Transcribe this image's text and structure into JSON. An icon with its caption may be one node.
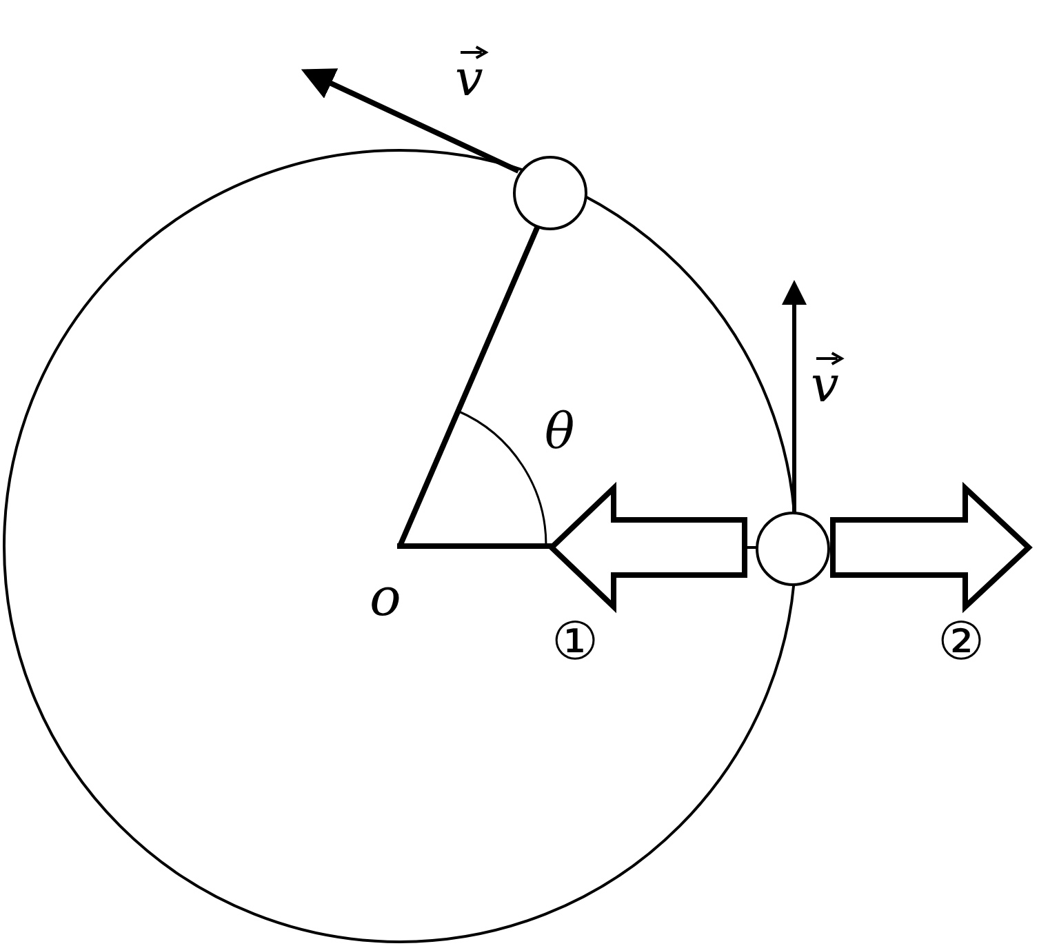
{
  "diagram": {
    "labels": [
      "v",
      "v",
      "θ",
      "o",
      "①",
      "②"
    ]
  }
}
